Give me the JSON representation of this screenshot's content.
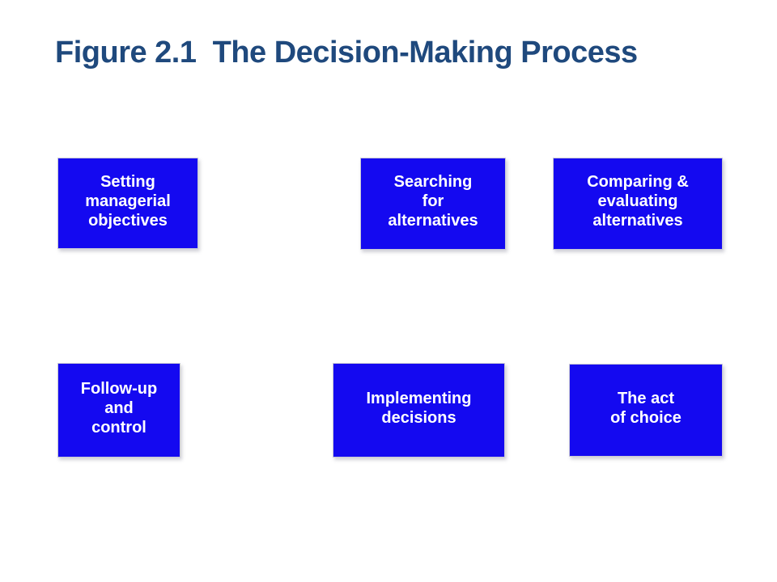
{
  "title": "Figure 2.1  The Decision-Making Process",
  "colors": {
    "title_text": "#1F497D",
    "box_background": "#1409F0",
    "box_text": "#FFFFFF",
    "page_background": "#FFFFFF"
  },
  "boxes": [
    {
      "id": "setting-managerial-objectives",
      "text": "Setting\nmanagerial\nobjectives"
    },
    {
      "id": "searching-for-alternatives",
      "text": "Searching\nfor\nalternatives"
    },
    {
      "id": "comparing-evaluating-alternatives",
      "text": "Comparing &\nevaluating\nalternatives"
    },
    {
      "id": "follow-up-and-control",
      "text": "Follow-up\nand\ncontrol"
    },
    {
      "id": "implementing-decisions",
      "text": "Implementing\ndecisions"
    },
    {
      "id": "the-act-of-choice",
      "text": "The act\nof choice"
    }
  ]
}
